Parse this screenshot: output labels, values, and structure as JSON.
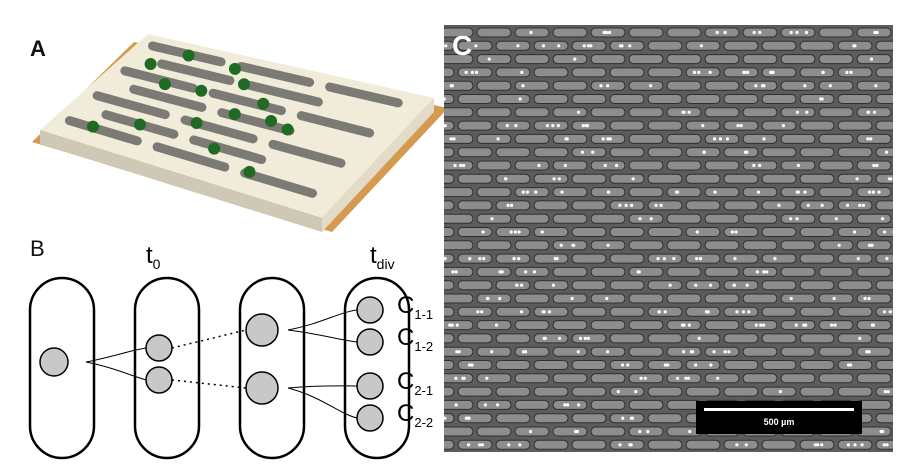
{
  "panels": {
    "a_label": "A",
    "b_label": "B",
    "c_label": "C"
  },
  "panel_b": {
    "t0_base": "t",
    "t0_sub": "0",
    "tdiv_base": "t",
    "tdiv_sub": "div",
    "cell_labels": [
      {
        "base": "C",
        "sub": "1-1"
      },
      {
        "base": "C",
        "sub": "1-2"
      },
      {
        "base": "C",
        "sub": "2-1"
      },
      {
        "base": "C",
        "sub": "2-2"
      }
    ]
  },
  "panel_c": {
    "scalebar_label": "500 µm"
  },
  "colors": {
    "chip_top": "#f1ecda",
    "chip_base": "#d59a4f",
    "bead": "#1f6b23",
    "cell_fill": "#c8c8c8",
    "micrograph_bg": "#5c5c5c"
  }
}
